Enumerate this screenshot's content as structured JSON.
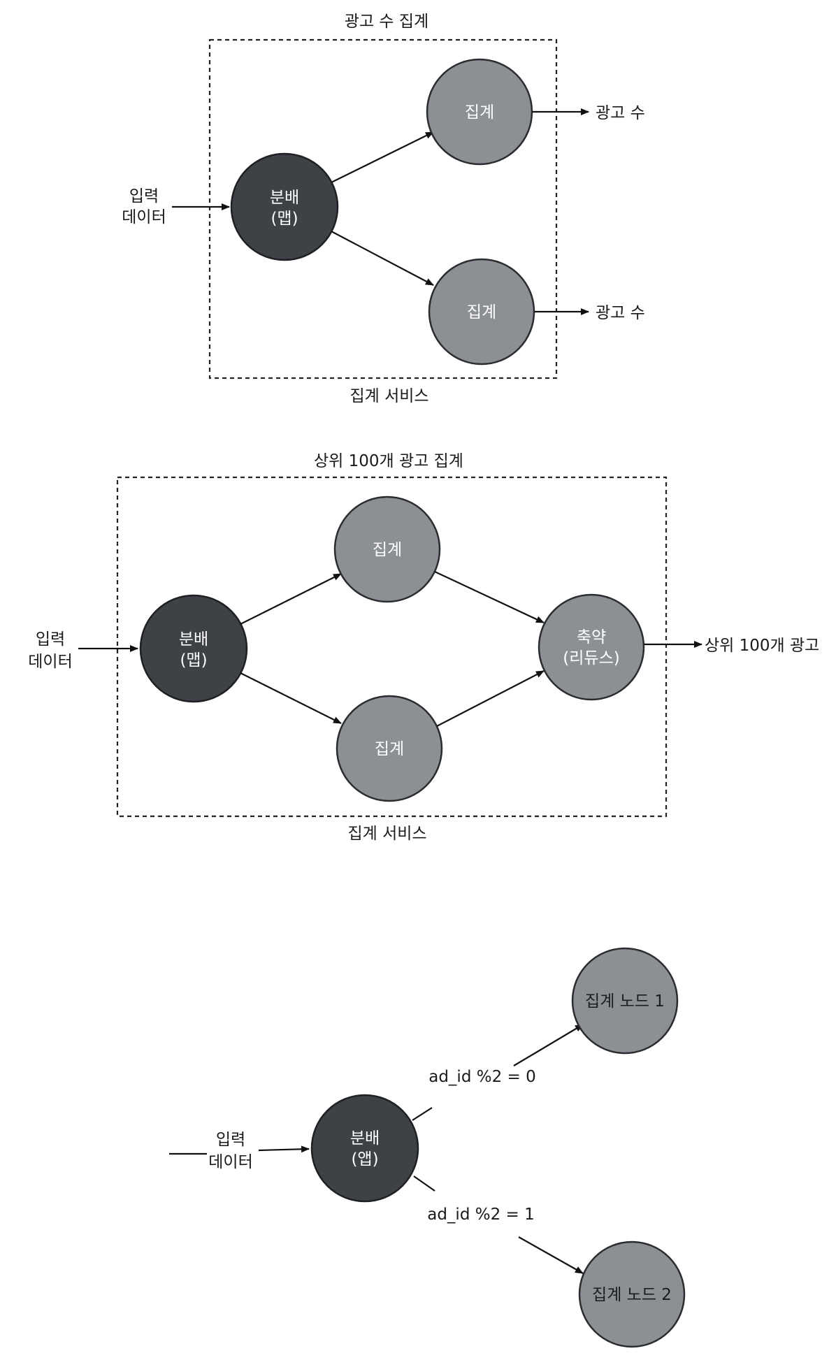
{
  "diagram1": {
    "title": "광고 수 집계",
    "footer": "집계 서비스",
    "input": [
      "입력",
      "데이터"
    ],
    "distributor": [
      "분배",
      "(맵)"
    ],
    "aggregator": "집계",
    "output": "광고 수"
  },
  "diagram2": {
    "title": "상위 100개 광고 집계",
    "footer": "집계 서비스",
    "input": [
      "입력",
      "데이터"
    ],
    "distributor": [
      "분배",
      "(맵)"
    ],
    "aggregator": "집계",
    "reducer": [
      "축약",
      "(리듀스)"
    ],
    "output": "상위 100개 광고"
  },
  "diagram3": {
    "input": [
      "입력",
      "데이터"
    ],
    "distributor": [
      "분배",
      "(앱)"
    ],
    "node1": "집계 노드 1",
    "node2": "집계 노드 2",
    "rule1": "ad_id %2 = 0",
    "rule2": "ad_id %2 = 1"
  }
}
